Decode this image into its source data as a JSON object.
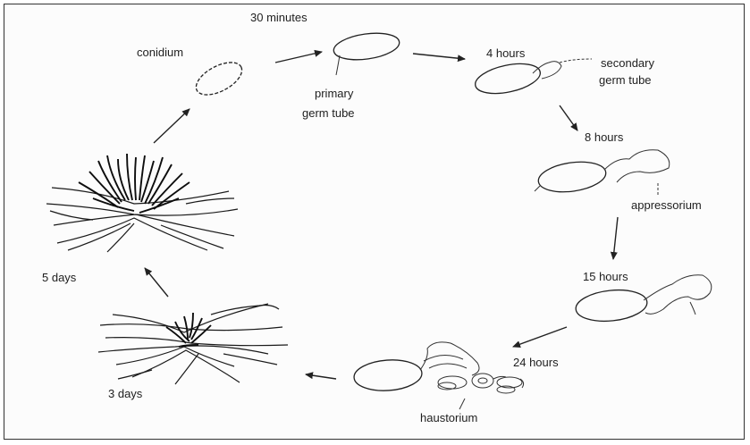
{
  "figure": {
    "labels": {
      "conidium": "conidium",
      "t30min": "30 minutes",
      "primary_germ_tube_1": "primary",
      "primary_germ_tube_2": "germ tube",
      "t4h": "4 hours",
      "secondary_germ_tube_1": "secondary",
      "secondary_germ_tube_2": "germ tube",
      "t8h": "8 hours",
      "appressorium": "appressorium",
      "t15h": "15 hours",
      "t24h": "24 hours",
      "haustorium": "haustorium",
      "t3d": "3 days",
      "t5d": "5 days"
    },
    "stages": [
      "conidium",
      "30 minutes",
      "4 hours",
      "8 hours",
      "15 hours",
      "24 hours",
      "3 days",
      "5 days"
    ],
    "colors": {
      "ink": "#1e1e1e",
      "background": "#fcfcfc",
      "border": "#333333"
    }
  }
}
